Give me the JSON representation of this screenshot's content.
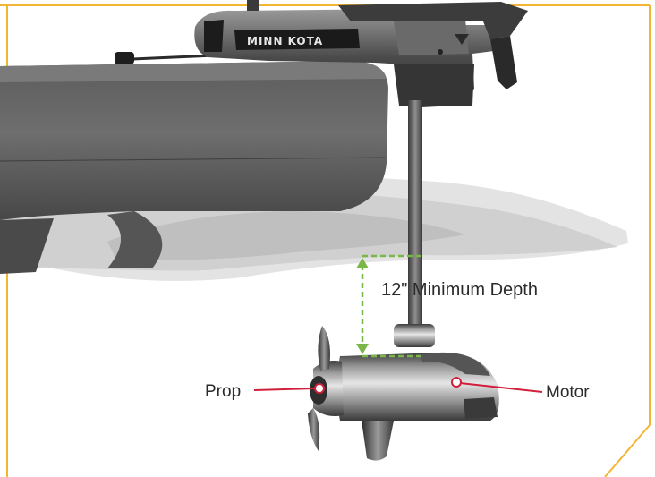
{
  "diagram": {
    "brand_text": "MINN KOTA",
    "depth_label": "12\" Minimum Depth",
    "prop_label": "Prop",
    "motor_label": "Motor",
    "colors": {
      "frame": "#f2b632",
      "dimension": "#7ab648",
      "callout": "#d0203c",
      "label_text": "#2b2b2b"
    }
  }
}
